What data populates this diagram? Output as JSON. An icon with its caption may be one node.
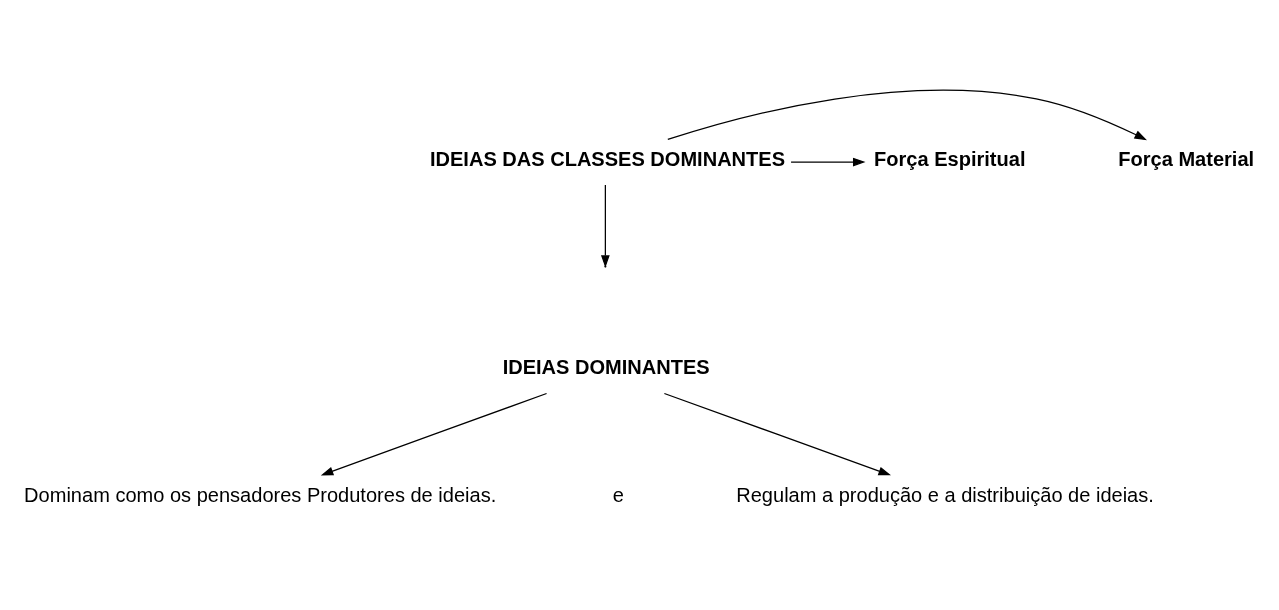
{
  "diagram": {
    "nodes": [
      {
        "text": [
          "IDEIAS DAS CLASSES DOMINANTES"
        ]
      },
      {
        "text": [
          "Força Material"
        ]
      },
      {
        "text": [
          "Força Espiritual"
        ]
      },
      {
        "text": [
          "IDEIAS DOMINANTES"
        ]
      },
      {
        "text": [
          "Dominam como os pensadores Produtores de ideias."
        ]
      },
      {
        "text": [
          "Regulam a produção e a distribuição de ideias."
        ]
      }
    ],
    "edges": [
      {
        "from": 0,
        "to": 1,
        "arrow": "to"
      },
      {
        "from": 0,
        "to": 2,
        "arrow": "to"
      },
      {
        "from": 0,
        "to": null,
        "arrow": "to"
      },
      {
        "from": 3,
        "to": 4,
        "arrow": "to"
      },
      {
        "from": 3,
        "to": 5,
        "arrow": "to"
      }
    ],
    "labels": [
      "e"
    ]
  }
}
